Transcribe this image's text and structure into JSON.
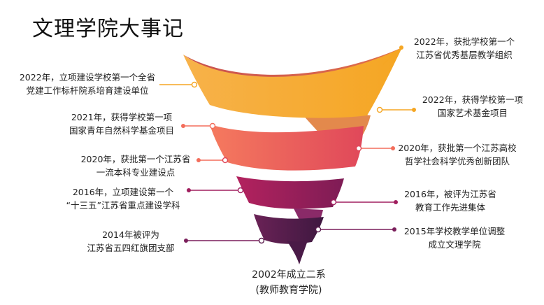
{
  "title": "文理学院大事记",
  "colors": {
    "orange": "#F5A623",
    "coral": "#F36D5B",
    "crimson": "#D9385F",
    "magenta": "#A01E5E",
    "purple": "#5A1D4E"
  },
  "left_events": [
    {
      "line1": "2022年，立项建设学校第一个全省",
      "line2": "党建工作标杆院系培育建设单位"
    },
    {
      "line1": "2021年，获得学校第一项",
      "line2": "国家青年自然科学基金项目"
    },
    {
      "line1": "2020年，获批第一个江苏省",
      "line2": "一流本科专业建设点"
    },
    {
      "line1": "2016年，立项建设第一个",
      "line2": "“十三五”江苏省重点建设学科"
    },
    {
      "line1": "2014年被评为",
      "line2": "江苏省五四红旗团支部"
    }
  ],
  "right_events": [
    {
      "line1": "2022年，获批学校第一个",
      "line2": "江苏省优秀基层教学组织"
    },
    {
      "line1": "2022年，获得学校第一项",
      "line2": "国家艺术基金项目"
    },
    {
      "line1": "2020年，获批第一个江苏高校",
      "line2": "哲学社会科学优秀创新团队"
    },
    {
      "line1": "2016年，被评为江苏省",
      "line2": "教育工作先进集体"
    },
    {
      "line1": "2015年学校教学单位调整",
      "line2": "成立文理学院"
    }
  ],
  "origin": {
    "line1": "2002年成立二系",
    "line2": "(教师教育学院)"
  }
}
